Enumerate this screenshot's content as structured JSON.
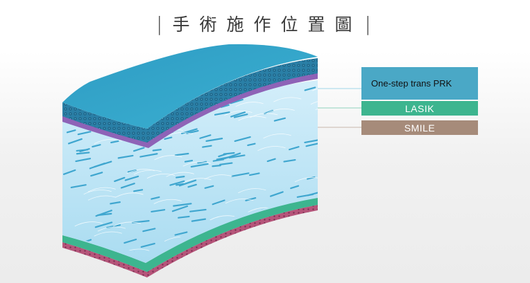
{
  "title": "手術施作位置圖",
  "labels": {
    "prk": "One-step trans PRK",
    "lasik": "LASIK",
    "smile": "SMILE"
  },
  "colors": {
    "epithelium": "#3ba6c9",
    "bowman": "#8e63b7",
    "stroma": "#bfe6f6",
    "endothelium": "#3db58f",
    "descemet": "#b6557a",
    "prk": "#4aa8c6",
    "lasik": "#3db58f",
    "smile": "#a68b7a"
  }
}
